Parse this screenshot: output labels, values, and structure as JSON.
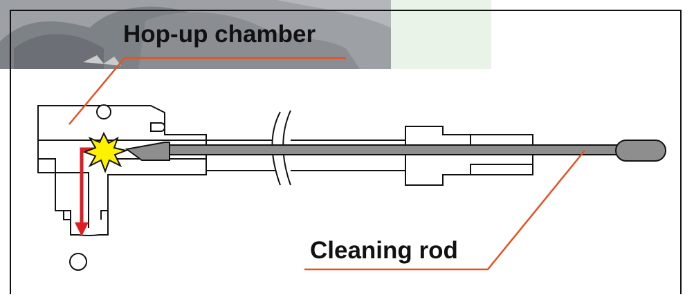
{
  "diagram": {
    "labels": {
      "hop_up_chamber": "Hop-up chamber",
      "cleaning_rod": "Cleaning rod"
    },
    "colors": {
      "leader_line": "#e8501e",
      "arrow": "#e21b22",
      "rod": "#8e8e8e",
      "spark": "#fff200",
      "background_green": "#e9f3e7"
    },
    "icons": {
      "spark": "starburst-icon",
      "arrow": "arrow-down-icon",
      "break_mark": "break-symbol"
    }
  }
}
